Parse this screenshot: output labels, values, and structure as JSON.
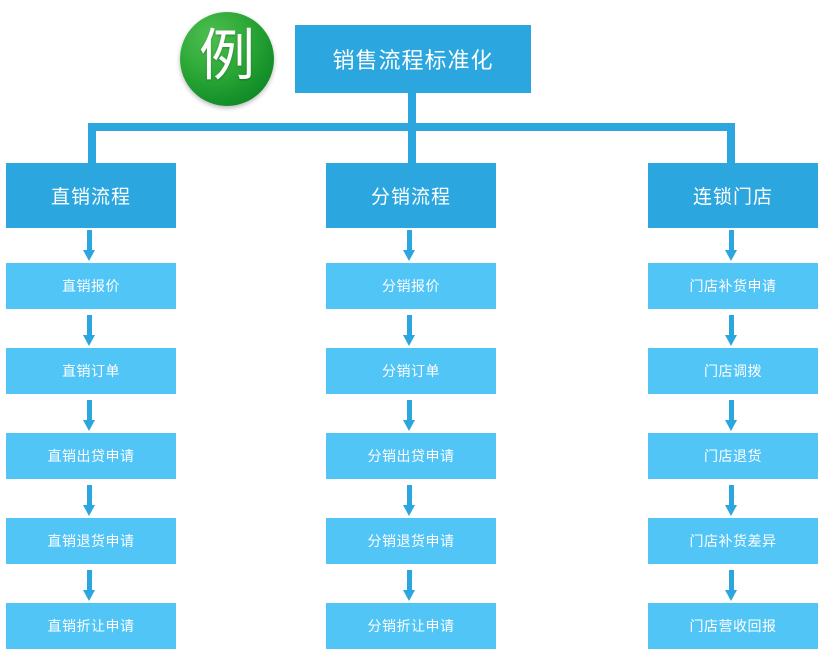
{
  "header": {
    "badge_glyph": "例",
    "badge_icon": "example-circle-icon",
    "title": "销售流程标准化"
  },
  "colors": {
    "title_box": "#2BA6DE",
    "category_box": "#2BA6DE",
    "step_box": "#52C5F7",
    "connector": "#2BA6DE",
    "badge_green": "#15912A",
    "text": "#FFFFFF",
    "background": "#FFFFFF"
  },
  "columns": [
    {
      "category": "直销流程",
      "steps": [
        "直销报价",
        "直销订单",
        "直销出贷申请",
        "直销退货申请",
        "直销折让申请"
      ]
    },
    {
      "category": "分销流程",
      "steps": [
        "分销报价",
        "分销订单",
        "分销出贷申请",
        "分销退货申请",
        "分销折让申请"
      ]
    },
    {
      "category": "连锁门店",
      "steps": [
        "门店补货申请",
        "门店调拨",
        "门店退货",
        "门店补货差异",
        "门店营收回报"
      ]
    }
  ]
}
